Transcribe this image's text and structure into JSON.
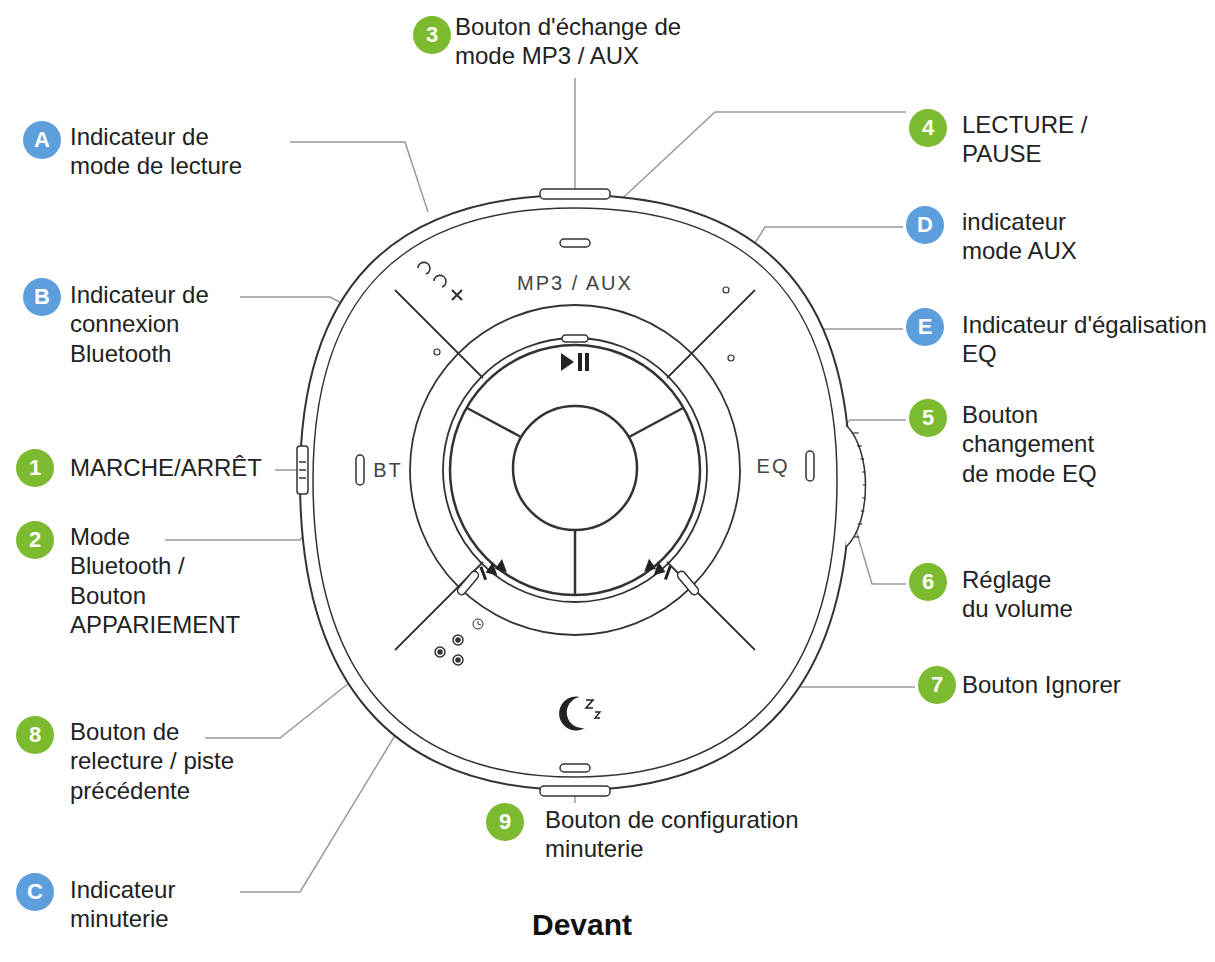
{
  "diagram": {
    "caption": "Devant",
    "labels": [
      "3",
      "Bouton d'échange de mode MP3 / AUX",
      "A",
      "Indicateur de mode de lecture",
      "4",
      "LECTURE / PAUSE",
      "D",
      "indicateur mode AUX",
      "B",
      "Indicateur de connexion Bluetooth",
      "E",
      "Indicateur d'égalisation EQ",
      "5",
      "Bouton changement de mode EQ",
      "1",
      "MARCHE/ARRÊT",
      "6",
      "Réglage du volume",
      "2",
      "Mode Bluetooth / Bouton APPARIEMENT",
      "7",
      "Bouton Ignorer",
      "8",
      "Bouton de relecture / piste précédente",
      "9",
      "Bouton de configuration minuterie",
      "C",
      "Indicateur minuterie",
      "MP3 / AUX",
      "BT",
      "EQ"
    ]
  }
}
